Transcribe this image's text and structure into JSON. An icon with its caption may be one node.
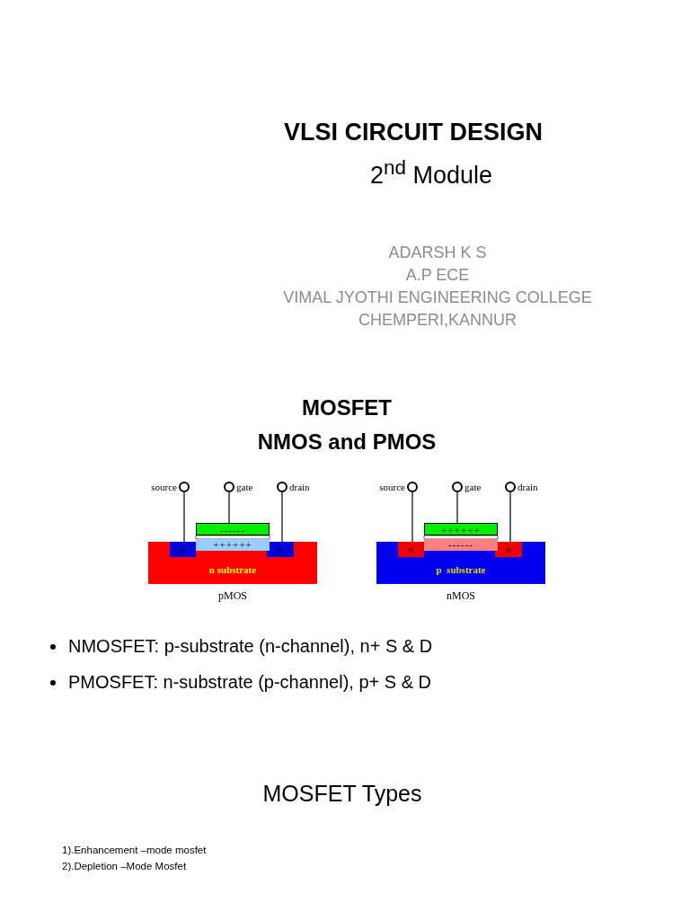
{
  "diagram": {
    "nodes": [
      {
        "text": [
          "n substrate"
        ],
        "beside": [
          "pMOS"
        ]
      },
      {
        "text": [
          "p"
        ],
        "in": 0
      },
      {
        "text": [
          "p"
        ],
        "in": 0
      },
      {
        "text": [
          "++++++"
        ]
      },
      {
        "text": [
          "------"
        ]
      },
      {
        "text": [],
        "shape": "circle",
        "beside": [
          "source"
        ]
      },
      {
        "text": [],
        "shape": "circle",
        "beside": [
          "gate"
        ]
      },
      {
        "text": [],
        "shape": "circle",
        "beside": [
          "drain"
        ]
      },
      {
        "text": [
          "p  substrate"
        ],
        "beside": [
          "nMOS"
        ]
      },
      {
        "text": [
          "n"
        ],
        "in": 8
      },
      {
        "text": [
          "n"
        ],
        "in": 8
      },
      {
        "text": [
          "------"
        ]
      },
      {
        "text": [
          "++++++"
        ]
      },
      {
        "text": [],
        "shape": "circle",
        "beside": [
          "source"
        ]
      },
      {
        "text": [],
        "shape": "circle",
        "beside": [
          "gate"
        ]
      },
      {
        "text": [],
        "shape": "circle",
        "beside": [
          "drain"
        ]
      }
    ],
    "edges": [
      {
        "from": 5,
        "to": 1,
        "arrow": "none"
      },
      {
        "from": 6,
        "to": 4,
        "arrow": "none"
      },
      {
        "from": 7,
        "to": 2,
        "arrow": "none"
      },
      {
        "from": 13,
        "to": 9,
        "arrow": "none"
      },
      {
        "from": 14,
        "to": 12,
        "arrow": "none"
      },
      {
        "from": 15,
        "to": 10,
        "arrow": "none"
      }
    ],
    "labels": [
      "VLSI CIRCUIT DESIGN",
      "2$^{nd}$  Module",
      "ADARSH K S",
      "A.P ECE",
      "VIMAL JYOTHI ENGINEERING COLLEGE",
      "CHEMPERI,KANNUR",
      "MOSFET",
      "NMOS and PMOS",
      "NMOSFET: p-substrate (n-channel), n+ S & D",
      "PMOSFET: n-substrate (p-channel), p+ S & D",
      "MOSFET Types",
      "1).Enhancement –mode mosfet",
      "2).Depletion –Mode Mosfet"
    ]
  }
}
